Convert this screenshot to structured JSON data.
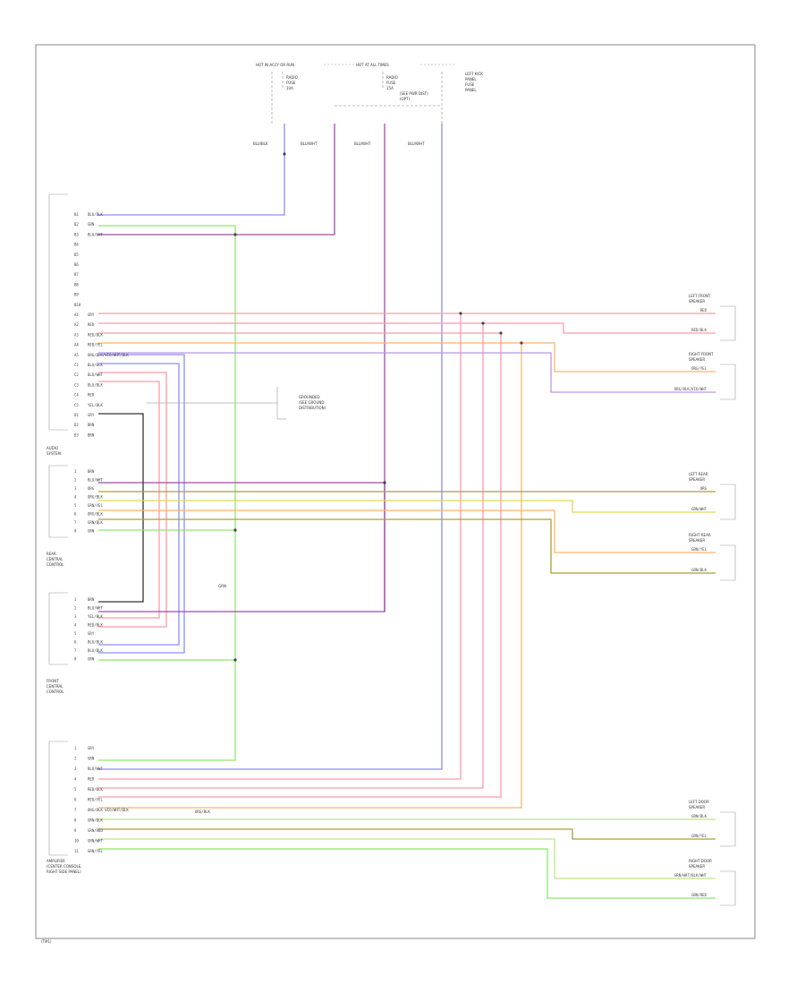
{
  "frame": {
    "tag": "(TM1)"
  },
  "colors": {
    "blue": "#8c8cff",
    "green": "#8ee86a",
    "violet": "#a14aa8",
    "red": "#ff9aa6",
    "orange": "#ffb56a",
    "lavender": "#b899e8",
    "gray": "#777777",
    "black": "#333333",
    "olive": "#a9a030",
    "ltgreen": "#b9e87f",
    "yellow": "#e0d35a",
    "peach": "#ffcf93"
  },
  "top": {
    "source_a": "HOT IN ACCY OR RUN",
    "source_b": "HOT AT ALL TIMES",
    "fuse_a": [
      "RADIO",
      "FUSE",
      "10A"
    ],
    "fuse_b": [
      "RADIO",
      "FUSE",
      "15A",
      "(SEE PWR DIST)",
      "(OPT)"
    ],
    "panel": [
      "LEFT KICK",
      "PANEL",
      "FUSE",
      "PANEL"
    ],
    "drops": [
      "BLU/BLK",
      "BLU/WHT",
      "BLU/WHT",
      "BLU/WHT"
    ]
  },
  "left_boxes": [
    {
      "name": [
        "AUDIO",
        "SYSTEM"
      ]
    },
    {
      "name": [
        "REAR",
        "CENTRAL",
        "CONTROL"
      ]
    },
    {
      "name": [
        "FRONT",
        "CENTRAL",
        "CONTROL"
      ]
    },
    {
      "name": [
        "AMPLIFIER",
        "(CENTER CONSOLE,",
        "RIGHT SIDE PANEL)"
      ]
    }
  ],
  "splice_note": [
    "GROUNDED",
    "(SEE GROUND",
    "DISTRIBUTION)"
  ],
  "mid_label": "GRN",
  "speakers": [
    {
      "name": [
        "LEFT FRONT",
        "SPEAKER"
      ],
      "wires": [
        "RED",
        "RED/BLK"
      ]
    },
    {
      "name": [
        "RIGHT FRONT",
        "SPEAKER"
      ],
      "wires": [
        "ORG/YEL",
        "ORG/BLK/VIO/WHT"
      ]
    },
    {
      "name": [
        "LEFT REAR",
        "SPEAKER"
      ],
      "wires": [
        "ORG",
        "GRN/WHT"
      ]
    },
    {
      "name": [
        "RIGHT REAR",
        "SPEAKER"
      ],
      "wires": [
        "GRN/YEL",
        "GRN/BLK"
      ]
    },
    {
      "name": [
        "LEFT DOOR",
        "SPEAKER"
      ],
      "wires": [
        "GRN/BLK",
        "GRN/YEL"
      ]
    },
    {
      "name": [
        "RIGHT DOOR",
        "SPEAKER"
      ],
      "wires": [
        "GRN/WHT/BLK/WHT",
        "GRN/RED"
      ]
    }
  ],
  "audio_pins": [
    [
      "B1",
      "BLU/BLK"
    ],
    [
      "B2",
      "GRN"
    ],
    [
      "B3",
      "BLU/WHT"
    ],
    [
      "B4",
      ""
    ],
    [
      "B5",
      ""
    ],
    [
      "B6",
      ""
    ],
    [
      "B7",
      ""
    ],
    [
      "B8",
      ""
    ],
    [
      "B9",
      ""
    ],
    [
      "B10",
      ""
    ],
    [
      "A1",
      "GRY"
    ],
    [
      "A2",
      "RED"
    ],
    [
      "A3",
      "RED/BLK"
    ],
    [
      "A4",
      "RED/YEL"
    ],
    [
      "A5",
      "ORG/BLK/VIO/WHT/BLK"
    ],
    [
      "C1",
      "BLU/BLK"
    ],
    [
      "C2",
      "BLU/WHT"
    ],
    [
      "C3",
      "BLU/BLK"
    ],
    [
      "C4",
      "RED"
    ],
    [
      "C5",
      "YEL/BLK"
    ],
    [
      "D1",
      "GRY"
    ],
    [
      "D2",
      "BRN"
    ],
    [
      "D3",
      "BRN"
    ]
  ],
  "rear_pins": [
    [
      "1",
      "BRN"
    ],
    [
      "2",
      "BLU/WHT"
    ],
    [
      "3",
      "ORG"
    ],
    [
      "4",
      "ORG/BLK"
    ],
    [
      "5",
      "GRN/YEL"
    ],
    [
      "6",
      "ORG/BLK"
    ],
    [
      "7",
      "GRN/BLK"
    ],
    [
      "8",
      "GRN"
    ]
  ],
  "front_pins": [
    [
      "1",
      "BRN"
    ],
    [
      "2",
      "BLU/WHT"
    ],
    [
      "3",
      "YEL/BLK"
    ],
    [
      "4",
      "RED/BLK"
    ],
    [
      "5",
      "GRY"
    ],
    [
      "6",
      "BLU/BLK"
    ],
    [
      "7",
      "BLU/BLK"
    ],
    [
      "8",
      "GRN"
    ]
  ],
  "amp_pins": [
    [
      "1",
      "GRY"
    ],
    [
      "2",
      "GRN"
    ],
    [
      "3",
      "BLU/WHT"
    ],
    [
      "4",
      "RED"
    ],
    [
      "5",
      "RED/BLK"
    ],
    [
      "6",
      "RED/YEL"
    ],
    [
      "7",
      "ORG/BLK VIO/WHT/BLK"
    ],
    [
      "8",
      "GRN/BLK"
    ],
    [
      "9",
      "GRN/RED"
    ],
    [
      "10",
      "GRN/WHT"
    ],
    [
      "11",
      "GRN/YEL"
    ]
  ],
  "amp_extra": "ORG/BLK"
}
